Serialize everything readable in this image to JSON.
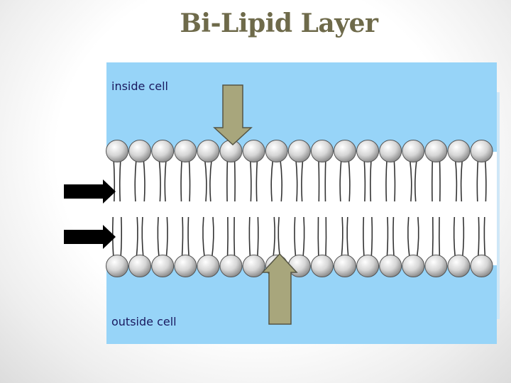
{
  "title": "Bi-Lipid Layer",
  "labels": {
    "inside": "inside cell",
    "outside": "outside cell"
  },
  "colors": {
    "title": "#6e6a4a",
    "background_panel": "#97d4f8",
    "membrane_band": "#ffffff",
    "head_fill": "#d8d8d8",
    "head_stroke": "#555555",
    "tail_stroke": "#333333",
    "arrow_fill": "#a8a67c",
    "arrow_stroke": "#555544",
    "side_arrow": "#000000"
  },
  "icons": [
    "phospholipid-head-icon",
    "lipid-tail-icon",
    "down-arrow-icon",
    "up-arrow-icon",
    "right-arrow-icon"
  ]
}
